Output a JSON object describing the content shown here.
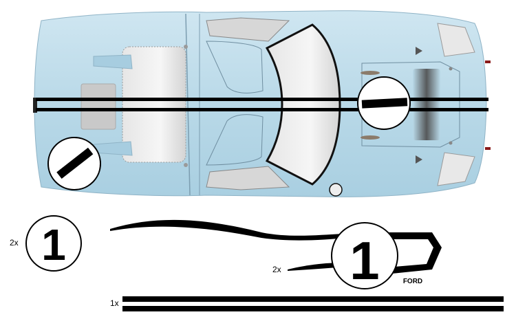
{
  "car": {
    "body_color": "#b9d9e8",
    "shade_color": "#9fc4d8",
    "stripe_color": "#000000",
    "panel_color": "#e8e8e8"
  },
  "car_roundel": {
    "number": "1"
  },
  "decal_sheet": {
    "roundel": {
      "quantity": "2x",
      "number": "1"
    },
    "side_graphic": {
      "quantity": "2x",
      "number": "1",
      "brand": "FORD"
    },
    "stripes": {
      "quantity": "1x"
    }
  }
}
